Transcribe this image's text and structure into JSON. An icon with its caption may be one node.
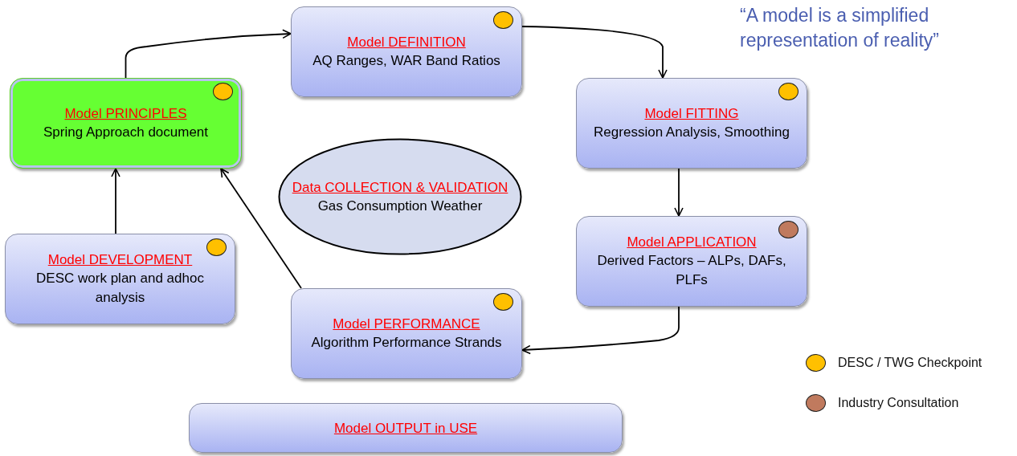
{
  "diagram": {
    "nodes": [
      {
        "text": [
          "Model DEFINITION",
          "AQ Ranges, WAR Band Ratios"
        ]
      },
      {
        "text": [],
        "shape": "circle",
        "in": 0
      },
      {
        "text": [
          "Model PRINCIPLES",
          "Spring Approach document"
        ]
      },
      {
        "text": [],
        "shape": "circle",
        "in": 2
      },
      {
        "text": [
          "Model FITTING",
          "Regression Analysis, Smoothing"
        ]
      },
      {
        "text": [],
        "shape": "circle",
        "in": 4
      },
      {
        "text": [
          "Data COLLECTION & VALIDATION",
          "Gas Consumption Weather"
        ]
      },
      {
        "text": [
          "Model DEVELOPMENT",
          "DESC work plan and adhoc analysis"
        ]
      },
      {
        "text": [],
        "shape": "circle",
        "in": 7
      },
      {
        "text": [
          "Model APPLICATION",
          "Derived Factors – ALPs, DAFs, PLFs"
        ]
      },
      {
        "text": [],
        "shape": "circle",
        "in": 9
      },
      {
        "text": [
          "Model PERFORMANCE",
          "Algorithm Performance Strands"
        ]
      },
      {
        "text": [],
        "shape": "circle",
        "in": 11
      },
      {
        "text": [
          "Model OUTPUT in USE"
        ]
      }
    ],
    "edges": [
      {
        "from": 2,
        "to": 0,
        "arrow": "to"
      },
      {
        "from": 0,
        "to": 4,
        "arrow": "to"
      },
      {
        "from": 4,
        "to": 9,
        "arrow": "to"
      },
      {
        "from": 9,
        "to": 11,
        "arrow": "to"
      },
      {
        "from": 11,
        "to": 2,
        "arrow": "to"
      },
      {
        "from": 7,
        "to": 2,
        "arrow": "to"
      }
    ],
    "labels": [
      "“A model is a simplified representation of reality”"
    ],
    "legend": [
      {
        "text": "DESC / TWG Checkpoint",
        "color": "#ffc000"
      },
      {
        "text": "Industry Consultation",
        "color": "#c07a5e"
      }
    ]
  }
}
